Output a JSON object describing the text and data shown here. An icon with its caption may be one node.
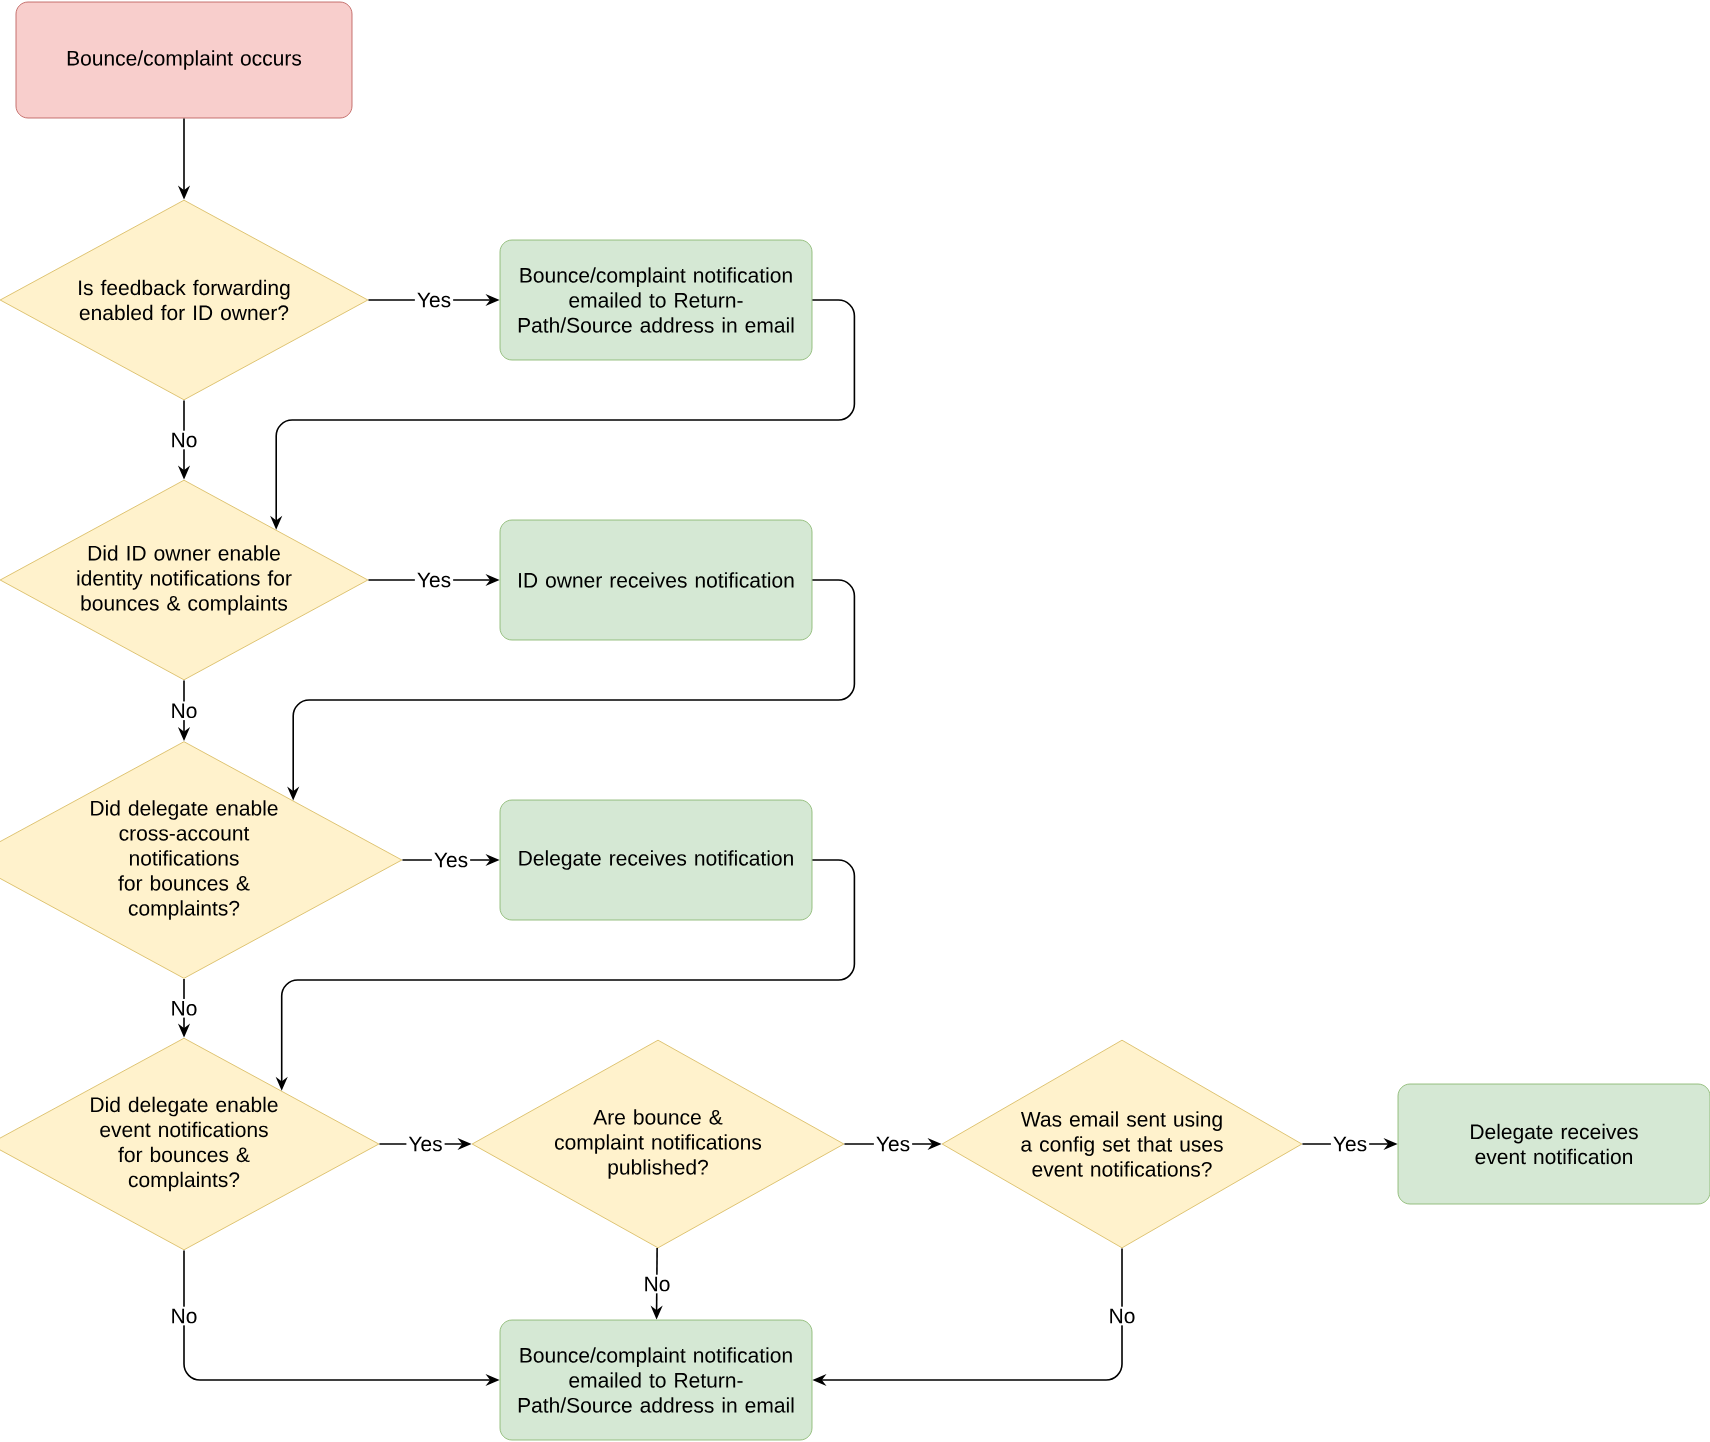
{
  "diagram": {
    "nodes": [
      {
        "text": [
          "Bounce/complaint occurs"
        ]
      },
      {
        "text": [
          "Is feedback forwarding enabled for ID owner?"
        ]
      },
      {
        "text": [
          "Bounce/complaint notification emailed to Return-Path/Source address in email"
        ]
      },
      {
        "text": [
          "Did ID owner enable identity notifications for bounces & complaints"
        ]
      },
      {
        "text": [
          "ID owner receives notification"
        ]
      },
      {
        "text": [
          "Did delegate enable cross-account notifications for bounces & complaints?"
        ]
      },
      {
        "text": [
          "Delegate receives notification"
        ]
      },
      {
        "text": [
          "Did delegate enable event notifications for bounces & complaints?"
        ]
      },
      {
        "text": [
          "Are bounce & complaint notifications published?"
        ]
      },
      {
        "text": [
          "Was email sent using a config set that uses event notifications?"
        ]
      },
      {
        "text": [
          "Delegate receives event notification"
        ]
      },
      {
        "text": [
          "Bounce/complaint notification emailed to Return-Path/Source address in email"
        ]
      }
    ],
    "edges": [
      {
        "from": 0,
        "to": 1,
        "arrow": "to"
      },
      {
        "from": 1,
        "to": 2,
        "arrow": "to",
        "label": "Yes"
      },
      {
        "from": 1,
        "to": 3,
        "arrow": "to",
        "label": "No"
      },
      {
        "from": 2,
        "to": 3,
        "arrow": "to"
      },
      {
        "from": 3,
        "to": 4,
        "arrow": "to",
        "label": "Yes"
      },
      {
        "from": 3,
        "to": 5,
        "arrow": "to",
        "label": "No"
      },
      {
        "from": 4,
        "to": 5,
        "arrow": "to"
      },
      {
        "from": 5,
        "to": 6,
        "arrow": "to",
        "label": "Yes"
      },
      {
        "from": 5,
        "to": 7,
        "arrow": "to",
        "label": "No"
      },
      {
        "from": 6,
        "to": 7,
        "arrow": "to"
      },
      {
        "from": 7,
        "to": 8,
        "arrow": "to",
        "label": "Yes"
      },
      {
        "from": 8,
        "to": 9,
        "arrow": "to",
        "label": "Yes"
      },
      {
        "from": 9,
        "to": 10,
        "arrow": "to",
        "label": "Yes"
      },
      {
        "from": 7,
        "to": 11,
        "arrow": "to",
        "label": "No"
      },
      {
        "from": 8,
        "to": 11,
        "arrow": "to",
        "label": "No"
      },
      {
        "from": 9,
        "to": 11,
        "arrow": "to",
        "label": "No"
      }
    ]
  }
}
